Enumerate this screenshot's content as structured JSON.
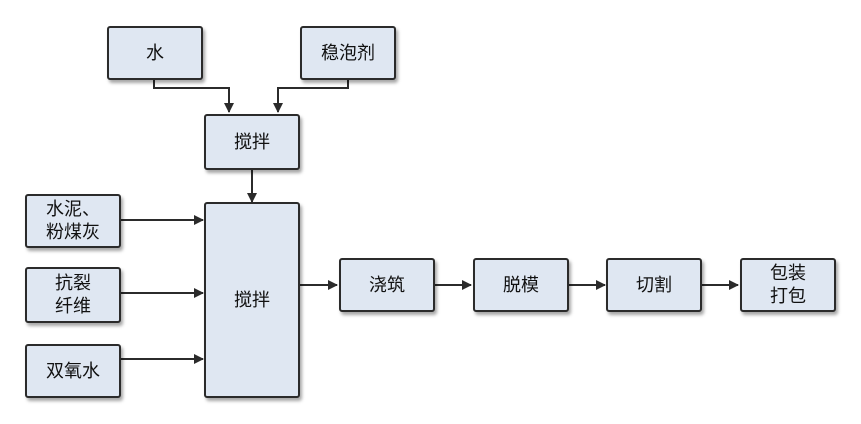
{
  "nodes": {
    "water": "水",
    "foam_stabilizer": "稳泡剂",
    "mix_top": "搅拌",
    "cement_flyash": "水泥、\n粉煤灰",
    "anticrack_fiber": "抗裂\n纤维",
    "hydrogen_peroxide": "双氧水",
    "mix_main": "搅拌",
    "pouring": "浇筑",
    "demolding": "脱模",
    "cutting": "切割",
    "packing": "包装\n打包"
  },
  "colors": {
    "node_fill": "#dfe7f2",
    "stroke": "#2b2b2b"
  }
}
